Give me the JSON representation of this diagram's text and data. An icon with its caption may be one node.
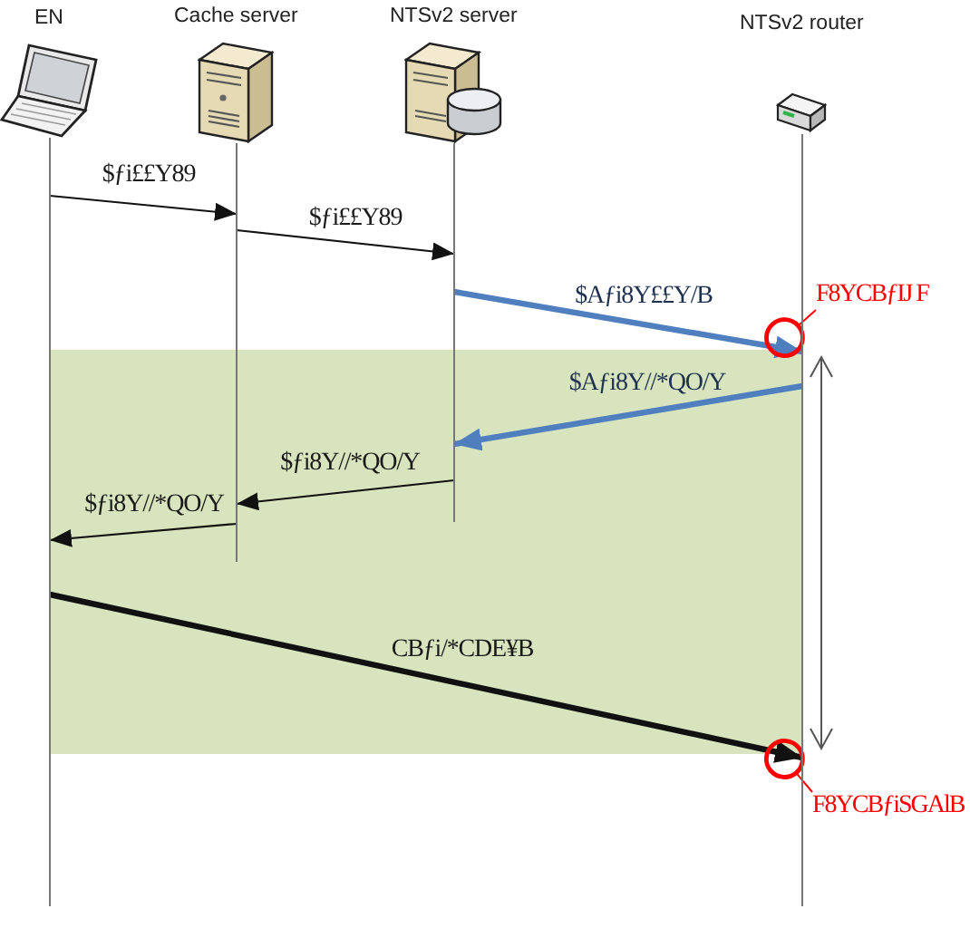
{
  "diagram": {
    "nodes": [
      {
        "text": [
          "EN"
        ]
      },
      {
        "text": [
          "Cache server"
        ]
      },
      {
        "text": [
          "NTSv2 server"
        ]
      },
      {
        "text": [
          "NTSv2 router"
        ]
      },
      {
        "text": [
          "F8YCBƒIJ F"
        ]
      },
      {
        "text": [
          "F8YCBƒiSGAlB"
        ]
      }
    ],
    "edges": [
      {
        "from": 0,
        "to": 1,
        "arrow": "to",
        "label": "$ƒi££Y89"
      },
      {
        "from": 1,
        "to": 2,
        "arrow": "to",
        "label": "$ƒi££Y89"
      },
      {
        "from": 2,
        "to": 3,
        "arrow": "to",
        "label": "$Aƒi8Y££Y/B",
        "style": "thick",
        "color": "#4f7fbe"
      },
      {
        "from": 3,
        "to": 2,
        "arrow": "to",
        "label": "$Aƒi8Y//*QO/Y",
        "style": "thick",
        "color": "#4f7fbe"
      },
      {
        "from": 2,
        "to": 1,
        "arrow": "to",
        "label": "$ƒi8Y//*QO/Y"
      },
      {
        "from": 1,
        "to": 0,
        "arrow": "to",
        "label": "$ƒi8Y//*QO/Y"
      },
      {
        "from": 0,
        "to": 3,
        "arrow": "to",
        "label": "CBƒi/*CDE¥B",
        "style": "thick"
      },
      {
        "from": 4,
        "to": null,
        "arrow": "other",
        "color": "#ff0000"
      },
      {
        "from": 5,
        "to": null,
        "arrow": "other",
        "color": "#ff0000"
      }
    ]
  }
}
